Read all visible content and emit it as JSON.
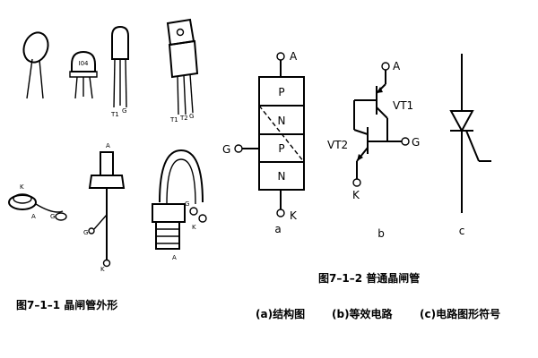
{
  "fig1": {
    "caption": "图7–1–1 晶闸管外形",
    "pin_labels": {
      "to92_1": "T1",
      "to92_2": "G",
      "to220_1": "T1",
      "to220_2": "T2",
      "to220_3": "G",
      "disc_k": "K",
      "disc_a": "A",
      "disc_g": "G",
      "stud_a": "A",
      "stud_g": "G",
      "stud_k": "K",
      "big_a": "A",
      "big_k": "K",
      "big_g": "G"
    }
  },
  "fig2": {
    "caption": "图7–1–2 普通晶闸管",
    "sub_captions": {
      "a": "(a)结构图",
      "b": "(b)等效电路",
      "c": "(c)电路图形符号"
    },
    "panel_labels": {
      "a": "a",
      "b": "b",
      "c": "c"
    },
    "structure": {
      "layers": [
        "P",
        "N",
        "P",
        "N"
      ],
      "terminal_a": "A",
      "terminal_g": "G",
      "terminal_k": "K"
    },
    "equivalent": {
      "vt1": "VT1",
      "vt2": "VT2",
      "terminal_a": "A",
      "terminal_g": "G",
      "terminal_k": "K"
    }
  }
}
